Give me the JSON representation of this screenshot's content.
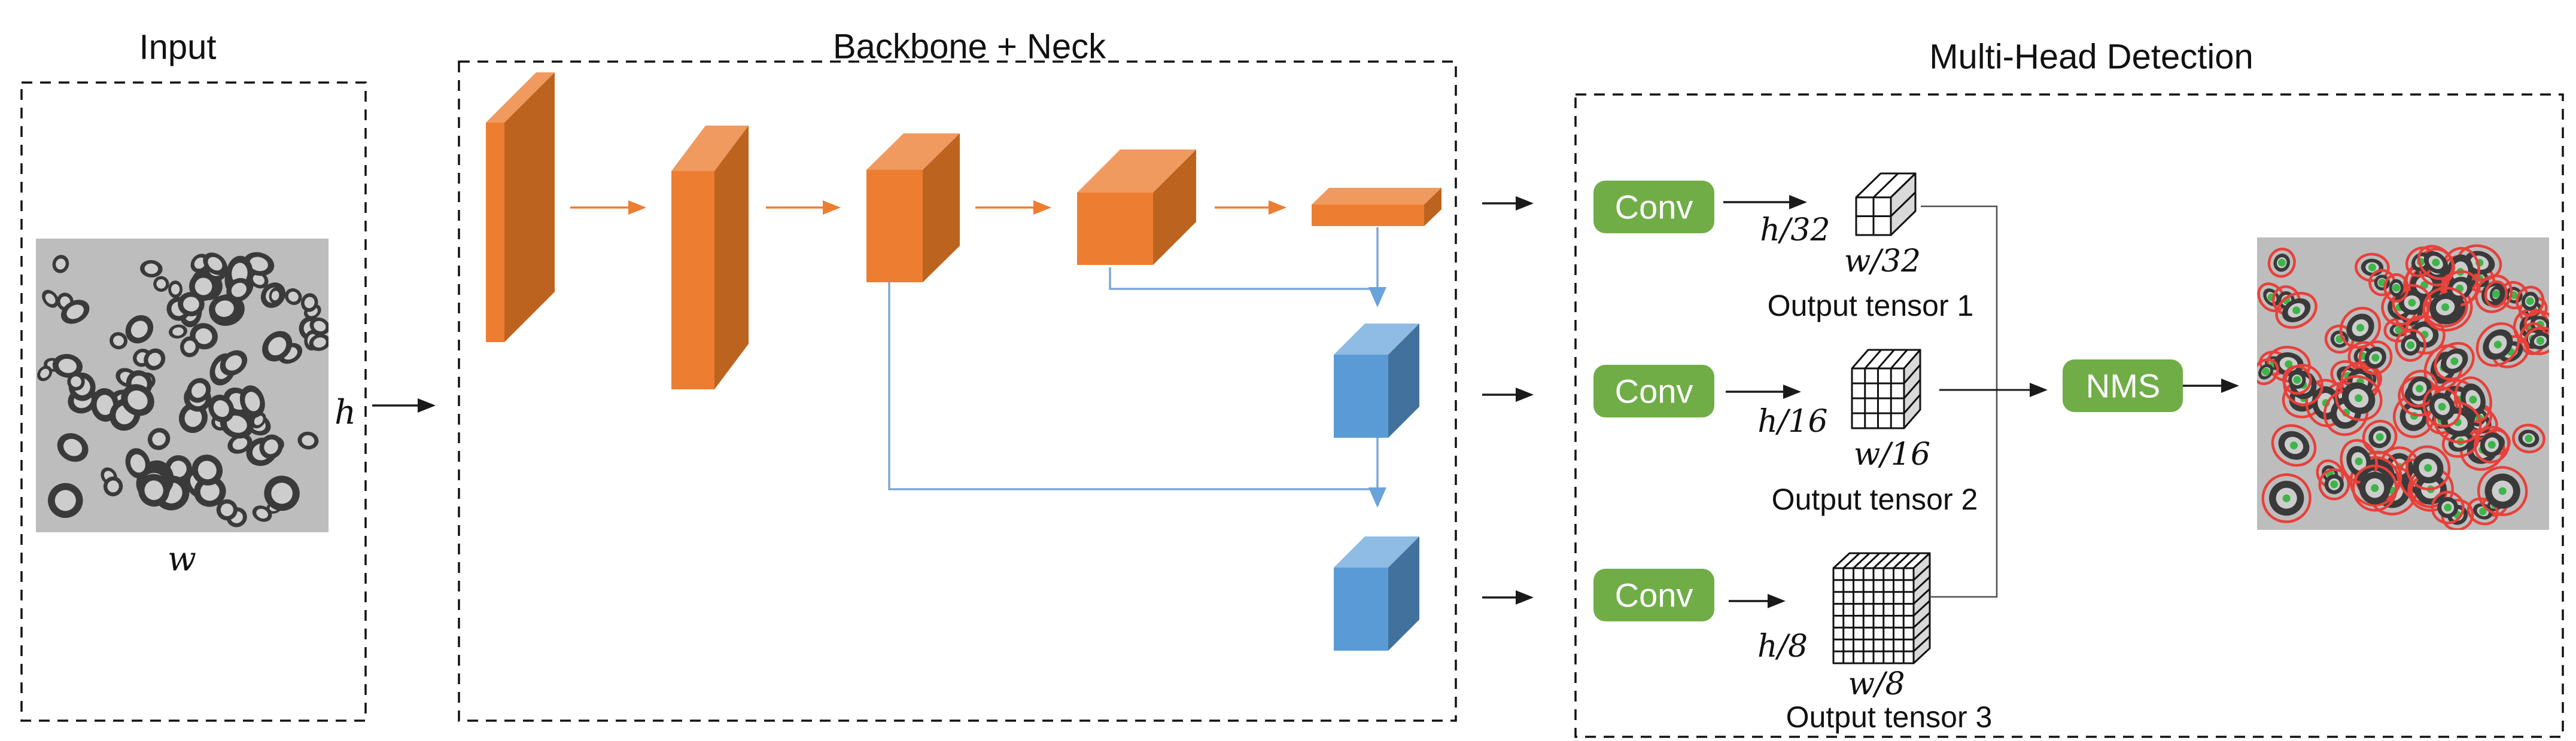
{
  "input": {
    "title": "Input",
    "width_label": "w",
    "height_label": "h"
  },
  "backbone": {
    "title": "Backbone + Neck"
  },
  "multihead": {
    "title": "Multi-Head Detection",
    "nms_label": "NMS",
    "heads": [
      {
        "conv_label": "Conv",
        "stride_h": "h/32",
        "stride_w": "w/32",
        "output_label": "Output tensor 1",
        "grid_divisions": 2
      },
      {
        "conv_label": "Conv",
        "stride_h": "h/16",
        "stride_w": "w/16",
        "output_label": "Output tensor 2",
        "grid_divisions": 4
      },
      {
        "conv_label": "Conv",
        "stride_h": "h/8",
        "stride_w": "w/8",
        "output_label": "Output tensor 3",
        "grid_divisions": 8
      }
    ]
  },
  "colors": {
    "orange_front": "#ED7D31",
    "orange_top": "#F09A5F",
    "orange_side": "#BC641F",
    "blue_front": "#5B9BD5",
    "blue_top": "#8FBCE4",
    "blue_side": "#41719C",
    "green_button": "#70AD47",
    "connector_blue": "#7EA6D8",
    "arrow_black": "#1a1a1a",
    "tensor_side": "#d9d9d9",
    "micrograph_bg": "#bdbdbd",
    "detection_red": "#e8403a",
    "detection_green": "#3db549"
  },
  "figure": {
    "approx_cell_count": 92
  }
}
